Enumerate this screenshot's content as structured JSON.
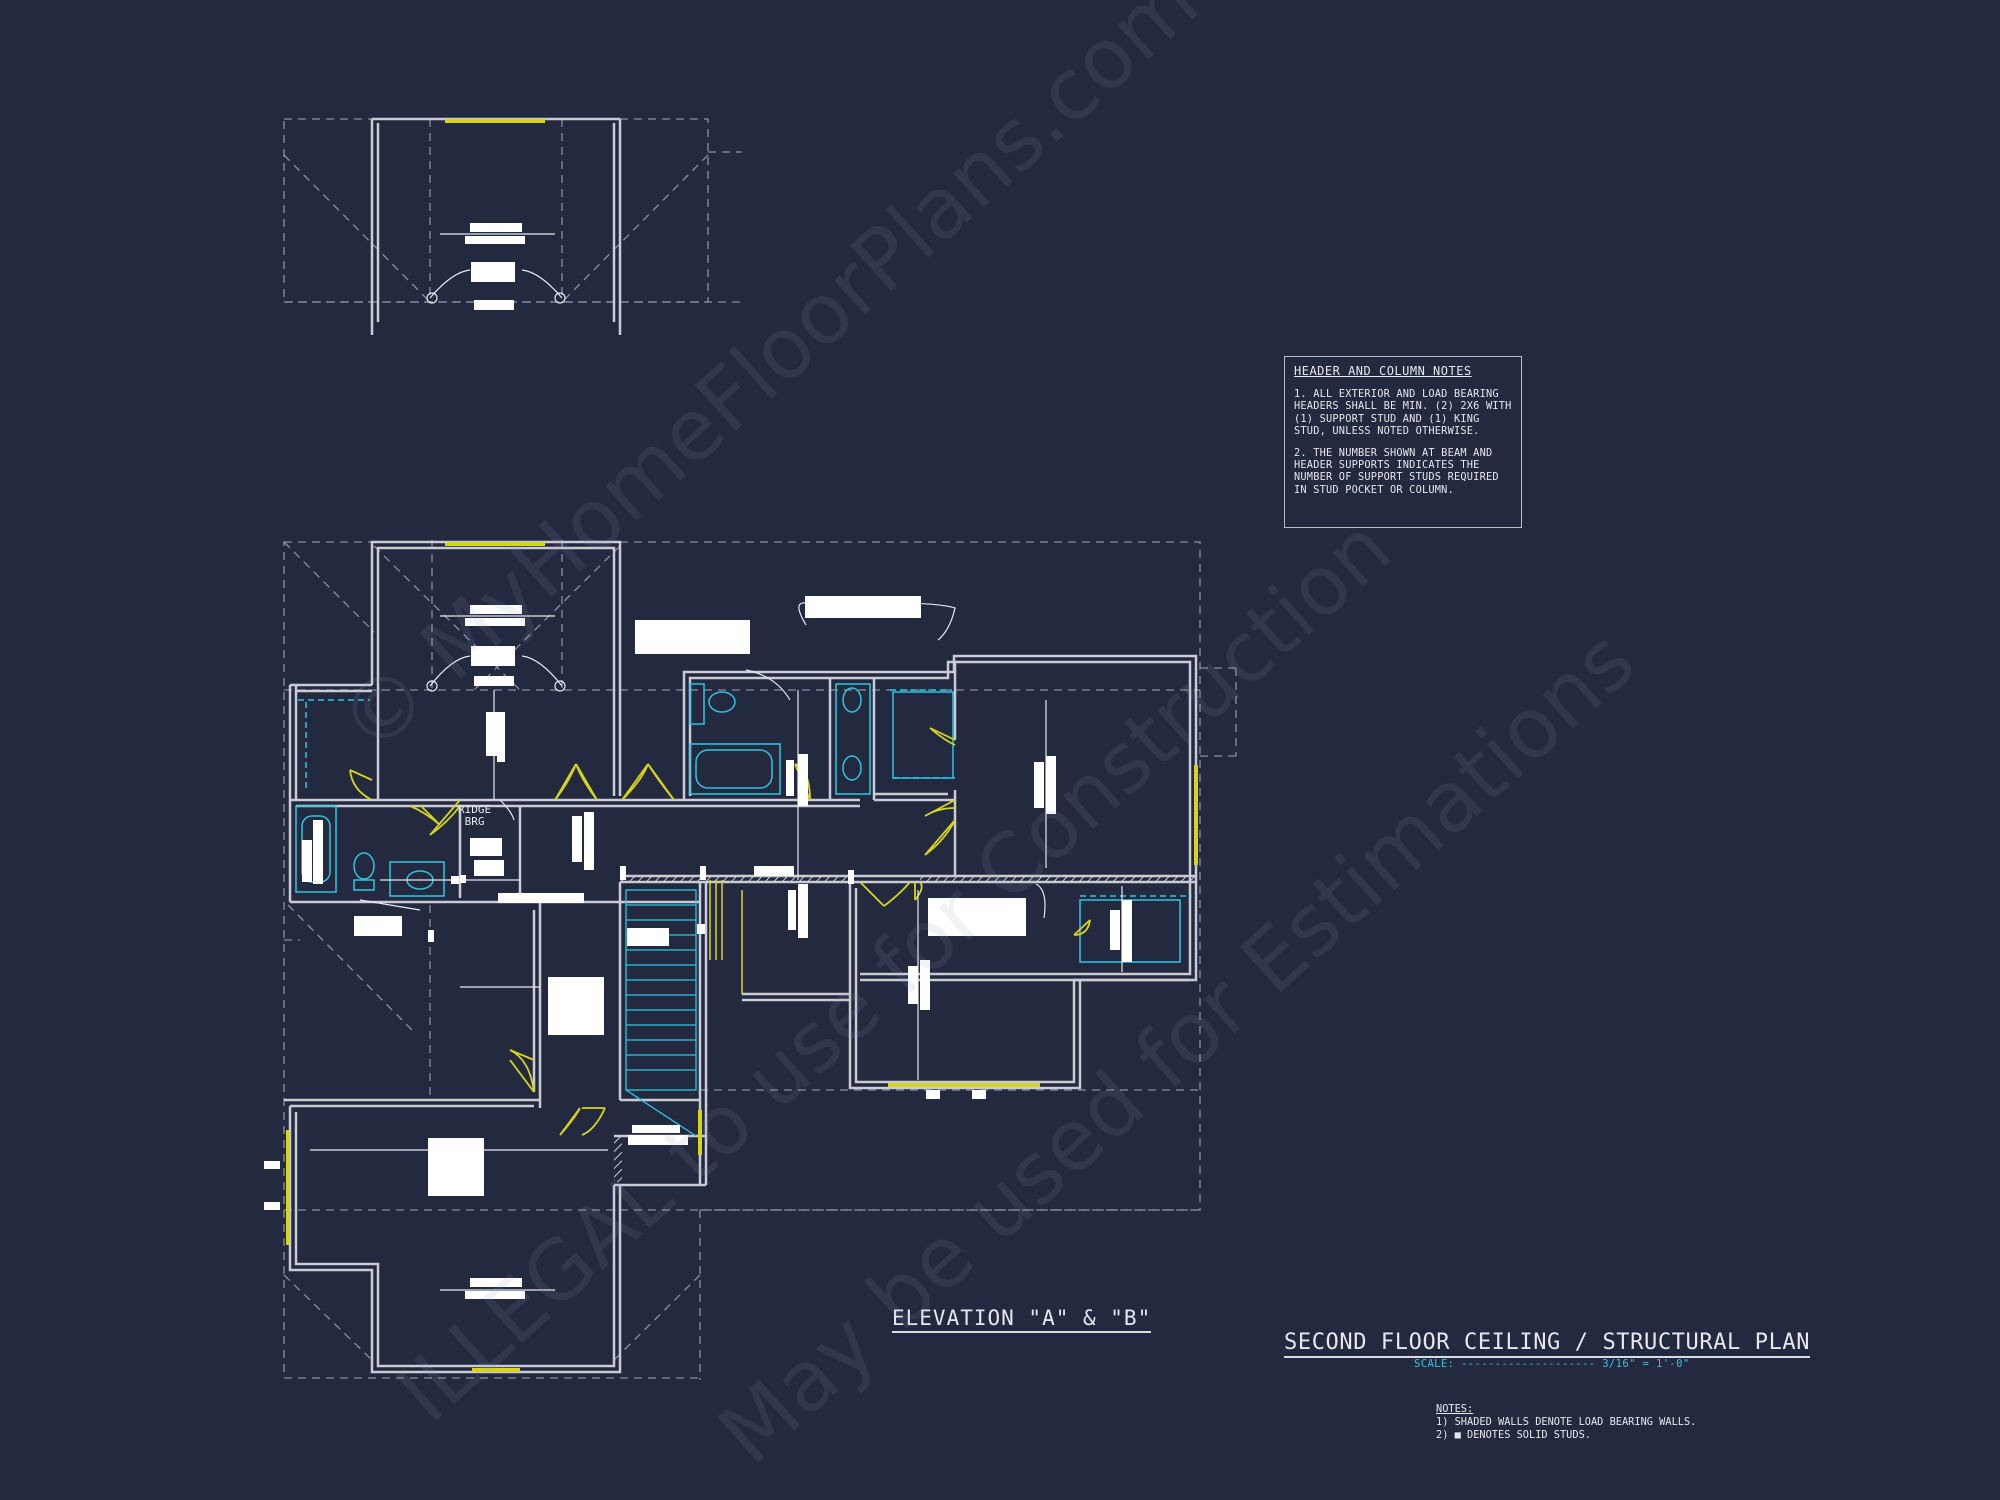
{
  "header_notes": {
    "title": "HEADER AND COLUMN NOTES",
    "note1": "1. ALL EXTERIOR AND LOAD BEARING HEADERS SHALL BE MIN. (2) 2x6 WITH (1) SUPPORT STUD AND (1) KING STUD, UNLESS NOTED OTHERWISE.",
    "note2": "2. THE NUMBER SHOWN AT BEAM AND HEADER SUPPORTS INDICATES THE NUMBER OF SUPPORT STUDS REQUIRED IN STUD POCKET OR COLUMN."
  },
  "labels": {
    "ridge_label_line1": "RIDGE",
    "ridge_label_line2": "BRG"
  },
  "titles": {
    "elevation": "ELEVATION \"A\" & \"B\"",
    "plan": "SECOND FLOOR CEILING / STRUCTURAL PLAN",
    "scale": "SCALE: -------------------- 3/16\" = 1'-0\""
  },
  "notes": {
    "heading": "NOTES:",
    "line1": "1) SHADED WALLS DENOTE LOAD BEARING WALLS.",
    "line2": "2) ■ DENOTES SOLID STUDS."
  },
  "watermark": {
    "line1": "© MyHomeFloorPlans.com",
    "line2": "ILLEGAL to use for Construction",
    "line3": "May be used for Estimations"
  },
  "colors": {
    "background": "#232a3f",
    "wall": "#c9ccd6",
    "dashed": "#8a90a3",
    "fixture": "#2fc5e0",
    "door_swing": "#d7d41c",
    "label_box": "#ffffff"
  }
}
